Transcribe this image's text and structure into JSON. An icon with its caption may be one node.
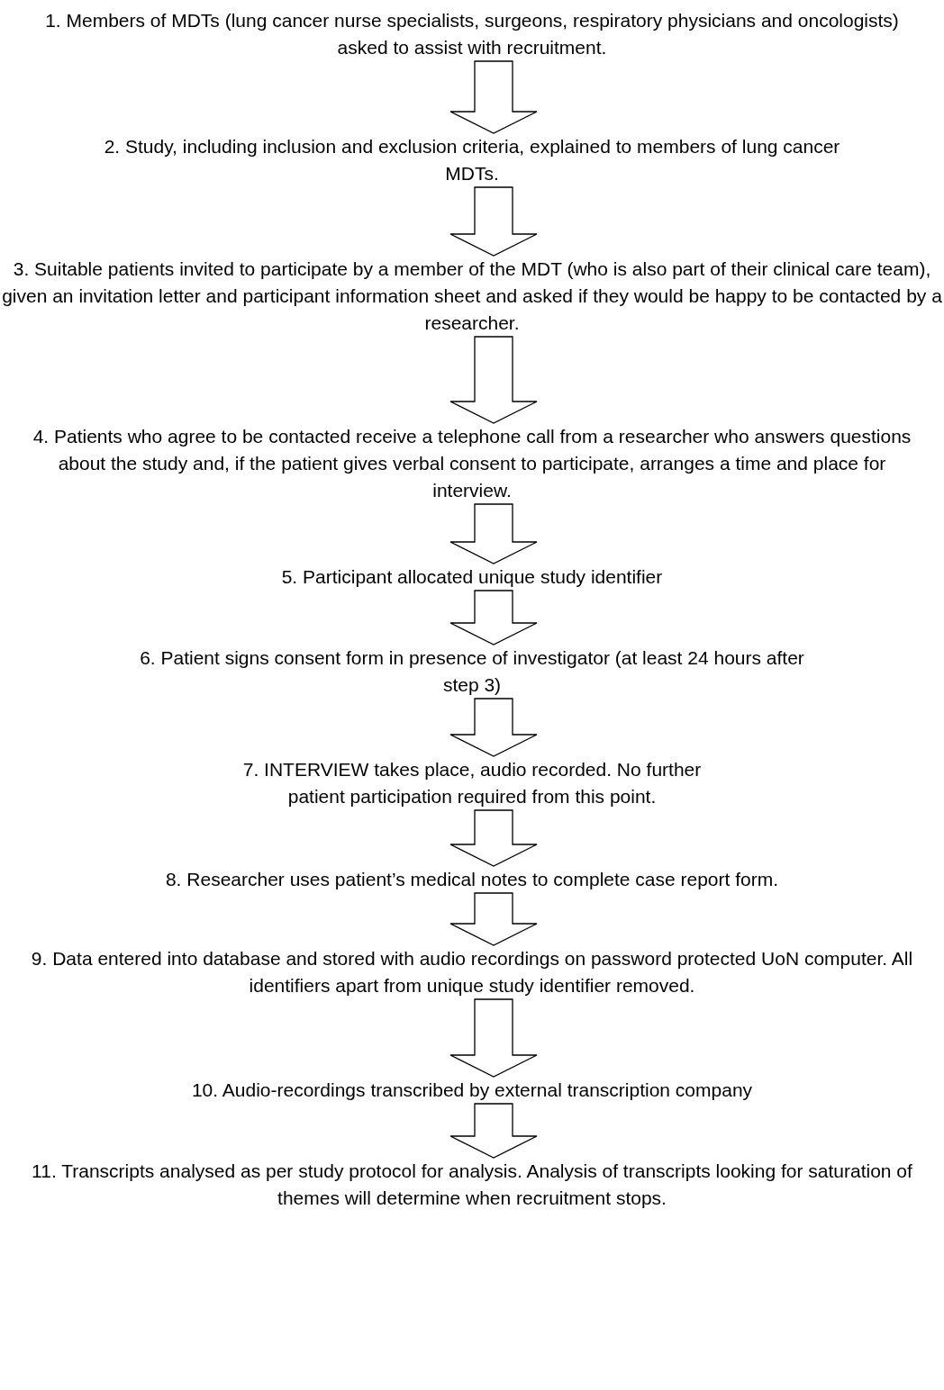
{
  "diagram": {
    "nodes": [
      {
        "text": [
          "1. Members of MDTs (lung cancer nurse specialists, surgeons, respiratory physicians and oncologists) asked to assist with recruitment."
        ]
      },
      {
        "text": [
          "2. Study, including inclusion and exclusion criteria, explained to members of lung cancer MDTs."
        ]
      },
      {
        "text": [
          "3. Suitable patients invited to participate by a member of the MDT (who is also part of their clinical care team), given an invitation letter and participant information sheet and asked if they would be happy to be contacted by a researcher."
        ]
      },
      {
        "text": [
          "4. Patients who agree to be contacted receive a telephone call from a researcher who answers questions about the study and, if the patient gives verbal consent to participate, arranges a time and place for interview."
        ]
      },
      {
        "text": [
          "5. Participant allocated unique study identifier"
        ]
      },
      {
        "text": [
          "6. Patient signs consent form in presence of investigator (at least 24 hours after step 3)"
        ]
      },
      {
        "text": [
          "7. INTERVIEW takes place, audio recorded. No further patient participation required from this point."
        ]
      },
      {
        "text": [
          "8. Researcher uses patient’s medical notes to complete case report form."
        ]
      },
      {
        "text": [
          "9. Data entered into database and stored with audio recordings on password protected UoN computer. All identifiers apart from unique study identifier removed."
        ]
      },
      {
        "text": [
          "10. Audio-recordings transcribed by external transcription company"
        ]
      },
      {
        "text": [
          "11. Transcripts analysed as per study protocol for analysis. Analysis of transcripts looking for saturation of themes will determine when recruitment stops."
        ]
      }
    ],
    "edges": [
      {
        "from": 0,
        "to": 1,
        "arrow": "to"
      },
      {
        "from": 1,
        "to": 2,
        "arrow": "to"
      },
      {
        "from": 2,
        "to": 3,
        "arrow": "to"
      },
      {
        "from": 3,
        "to": 4,
        "arrow": "to"
      },
      {
        "from": 4,
        "to": 5,
        "arrow": "to"
      },
      {
        "from": 5,
        "to": 6,
        "arrow": "to"
      },
      {
        "from": 6,
        "to": 7,
        "arrow": "to"
      },
      {
        "from": 7,
        "to": 8,
        "arrow": "to"
      },
      {
        "from": 8,
        "to": 9,
        "arrow": "to"
      },
      {
        "from": 9,
        "to": 10,
        "arrow": "to"
      }
    ]
  }
}
